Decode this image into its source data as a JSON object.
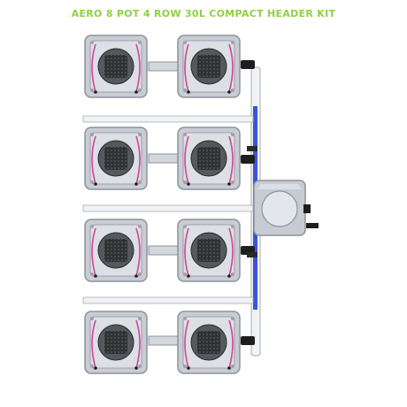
{
  "title": "AERO 8 POT 4 ROW 30L COMPACT HEADER KIT",
  "colors": {
    "title": "#8fd13f",
    "pot_fill": "#c9ccd3",
    "pot_edge": "#8e939c",
    "pot_inner": "#dcdfe4",
    "basket": "#2f3133",
    "pipe_white": "#f1f2f4",
    "pipe_edge": "#a7acb4",
    "hose": "#d4449a",
    "feed_pipe": "#3a54d6",
    "reservoir_fill": "#c7cbd2"
  },
  "icons": {
    "pot": "aero-pot-icon",
    "basket": "net-basket-icon",
    "reservoir": "reservoir-tank-icon"
  },
  "layout": {
    "rows": 4,
    "pots_per_row": 2,
    "total_pots": 8,
    "reservoir_litres": 30
  }
}
